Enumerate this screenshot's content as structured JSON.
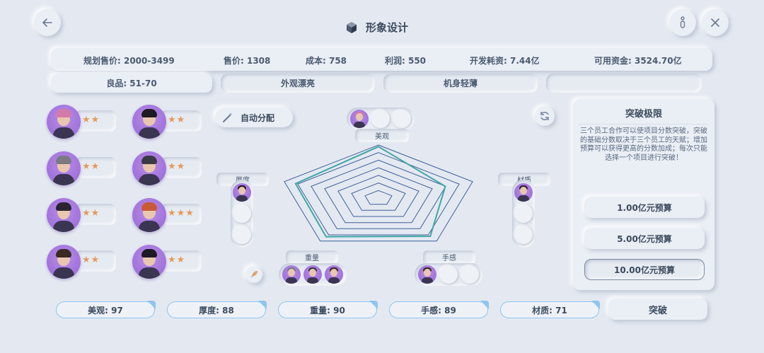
{
  "header": {
    "title": "形象设计",
    "back_icon": "back-arrow-icon",
    "info_icon": "info-icon",
    "close_icon": "close-icon"
  },
  "stats": {
    "planned_price": "规划售价: 2000-3499",
    "price": "售价: 1308",
    "cost": "成本: 758",
    "profit": "利润: 550",
    "dev_cost": "开发耗资: 7.44亿",
    "funds": "可用资金: 3524.70亿",
    "quality": "良品: 51-70"
  },
  "features": [
    "外观漂亮",
    "机身轻薄",
    ""
  ],
  "employees": [
    {
      "stars": "★★",
      "hair": "#d47aa8"
    },
    {
      "stars": "★★",
      "hair": "#1e1a22"
    },
    {
      "stars": "★★",
      "hair": "#7a7a80"
    },
    {
      "stars": "★★",
      "hair": "#3a3a42"
    },
    {
      "stars": "★★",
      "hair": "#2a2430"
    },
    {
      "stars": "★★★",
      "hair": "#c95a36"
    },
    {
      "stars": "★★",
      "hair": "#3a2a22"
    },
    {
      "stars": "★★",
      "hair": "#1e1a22"
    }
  ],
  "auto_assign": "自动分配",
  "axes": {
    "appearance": "美观",
    "thickness": "厚度",
    "material": "材质",
    "weight": "重量",
    "feel": "手感"
  },
  "chart_data": {
    "type": "radar",
    "categories": [
      "美观",
      "材质",
      "手感",
      "重量",
      "厚度"
    ],
    "rings": 7,
    "series": [
      {
        "values": [
          97,
          71,
          89,
          90,
          88
        ],
        "color": "#3fa6a6"
      }
    ]
  },
  "breakthrough": {
    "title": "突破极限",
    "description": "三个员工合作可以使项目分数突破，突破的基础分数取决于三个员工的天赋；增加预算可以获得更高的分数加成；每次只能选择一个项目进行突破！",
    "budgets": [
      "1.00亿元预算",
      "5.00亿元预算",
      "10.00亿元预算"
    ]
  },
  "scores": [
    "美观: 97",
    "厚度: 88",
    "重量: 90",
    "手感: 89",
    "材质: 71"
  ],
  "break_button": "突破",
  "colors": {
    "accent": "#8ec5ee",
    "star": "#e59a5a",
    "avatar": "#a77be0"
  }
}
